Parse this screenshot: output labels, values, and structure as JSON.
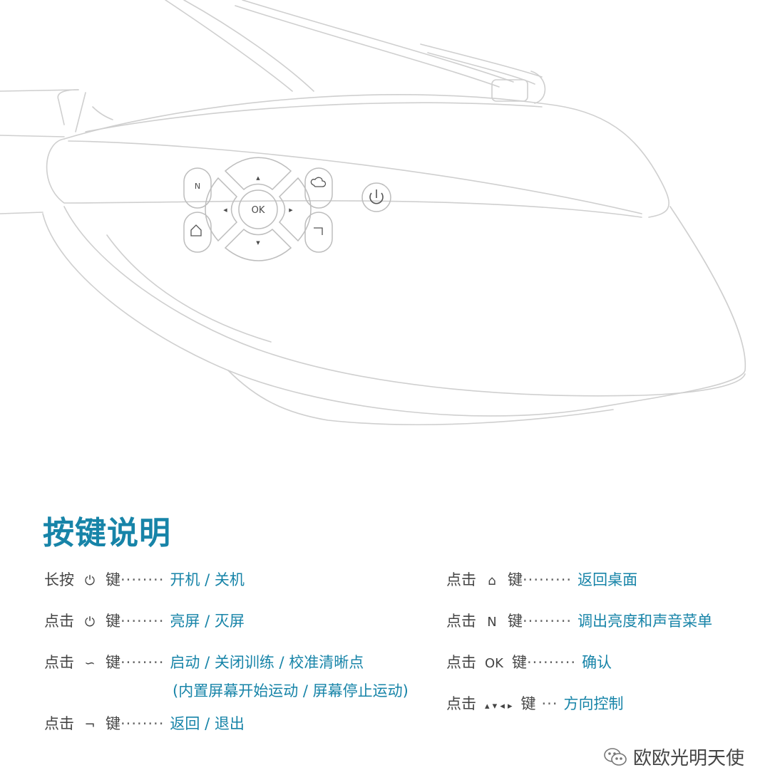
{
  "illustration": {
    "buttons": {
      "n": "N",
      "ok": "OK",
      "up": "▲",
      "down": "▼",
      "left": "◀",
      "right": "▶"
    }
  },
  "title": "按键说明",
  "left_items": [
    {
      "action": "长按",
      "key": "⏻",
      "key_name": "power-icon",
      "jian": "键",
      "dots": "········",
      "desc": "开机 / 关机"
    },
    {
      "action": "点击",
      "key": "⏻",
      "key_name": "power-icon",
      "jian": "键",
      "dots": "········",
      "desc": "亮屏 / 灭屏"
    },
    {
      "action": "点击",
      "key": "∽",
      "key_name": "cycle-icon",
      "jian": "键",
      "dots": "········",
      "desc": "启动 / 关闭训练 / 校准清晰点",
      "desc2": "(内置屏幕开始运动 / 屏幕停止运动)"
    },
    {
      "action": "点击",
      "key": "¬",
      "key_name": "back-icon",
      "jian": "键",
      "dots": "········",
      "desc": "返回 / 退出"
    }
  ],
  "right_items": [
    {
      "action": "点击",
      "key": "⌂",
      "key_name": "home-icon",
      "jian": "键",
      "dots": "·········",
      "desc": "返回桌面"
    },
    {
      "action": "点击",
      "key": "N",
      "key_name": "n-key-icon",
      "jian": "键",
      "dots": "·········",
      "desc": "调出亮度和声音菜单"
    },
    {
      "action": "点击",
      "key": "OK",
      "key_name": "ok-key-icon",
      "jian": "键",
      "dots": "·········",
      "desc": "确认"
    },
    {
      "action": "点击",
      "key": "▴ ▾ ◂ ▸",
      "key_name": "arrow-keys-icon",
      "jian": "键",
      "dots": "···",
      "desc": "方向控制"
    }
  ],
  "watermark": "欧欧光明天使",
  "colors": {
    "accent": "#1784a8",
    "line": "#cfcfcf",
    "text": "#444444"
  }
}
